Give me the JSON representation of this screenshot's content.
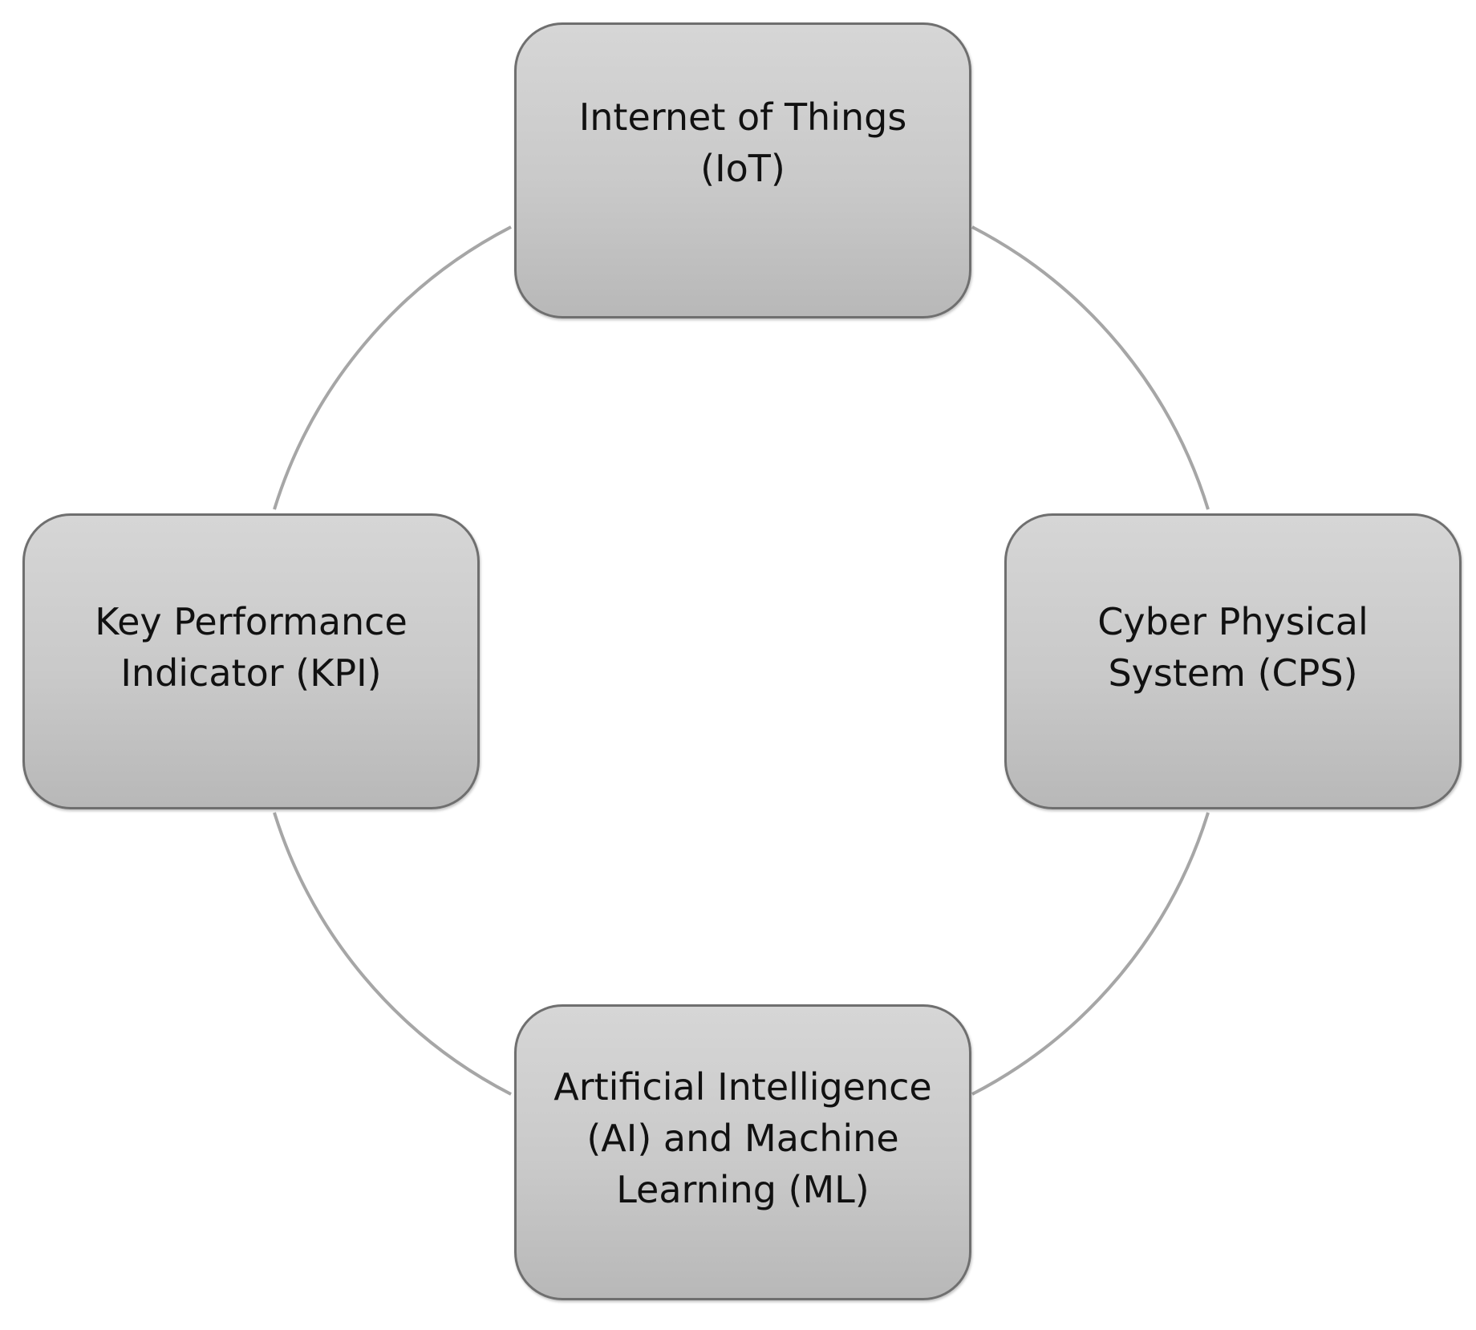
{
  "diagram": {
    "type": "cycle",
    "colors": {
      "connector": "#a6a6a6",
      "node_border": "#6f6f6f",
      "node_fill_top": "#d6d6d6",
      "node_fill_bottom": "#b8b8b8",
      "text": "#111111"
    },
    "nodes": [
      {
        "id": "iot",
        "label": "Internet of Things\n(IoT)"
      },
      {
        "id": "cps",
        "label": "Cyber Physical\nSystem (CPS)"
      },
      {
        "id": "ai",
        "label": "Artificial Intelligence\n(AI) and Machine\nLearning (ML)"
      },
      {
        "id": "kpi",
        "label": "Key Performance\nIndicator (KPI)"
      }
    ]
  }
}
